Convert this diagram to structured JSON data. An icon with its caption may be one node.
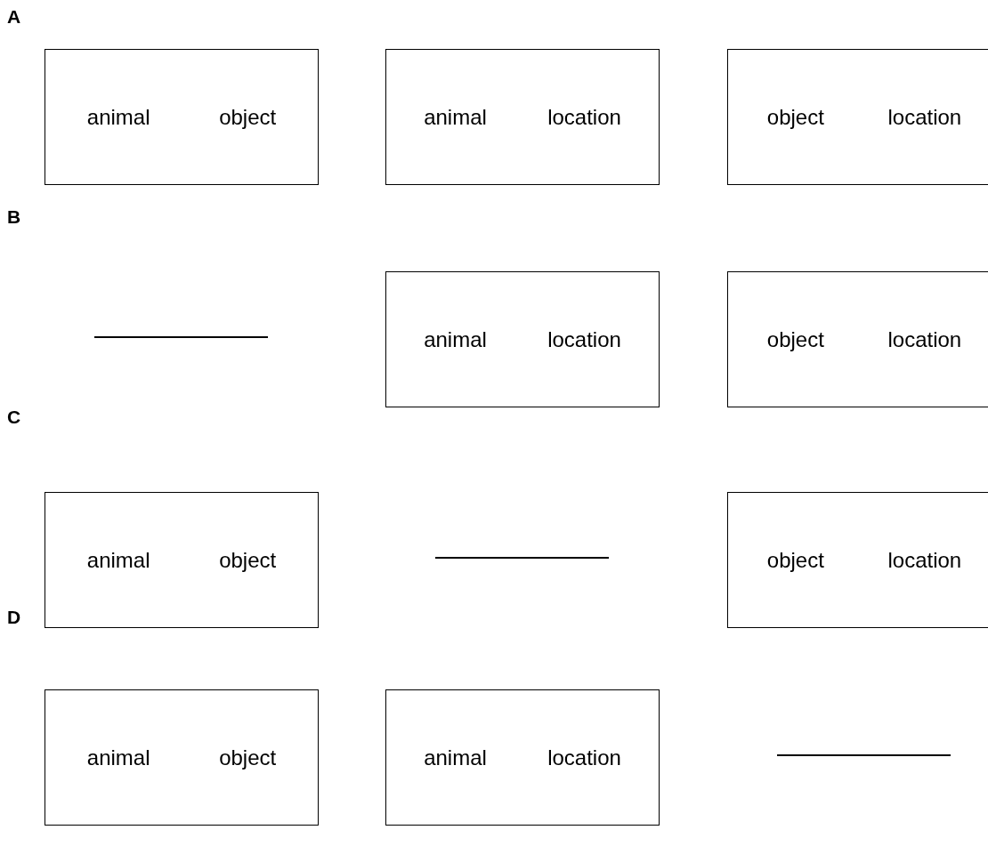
{
  "diagram": {
    "nodes": [
      {
        "text": [
          "animal",
          "object"
        ]
      },
      {
        "text": [
          "animal",
          "location"
        ]
      },
      {
        "text": [
          "object",
          "location"
        ]
      },
      {
        "text": [
          "animal",
          "location"
        ]
      },
      {
        "text": [
          "object",
          "location"
        ]
      },
      {
        "text": [
          "animal",
          "object"
        ]
      },
      {
        "text": [
          "object",
          "location"
        ]
      },
      {
        "text": [
          "animal",
          "object"
        ]
      },
      {
        "text": [
          "animal",
          "location"
        ]
      }
    ],
    "labels": [
      "A",
      "B",
      "C",
      "D"
    ]
  }
}
